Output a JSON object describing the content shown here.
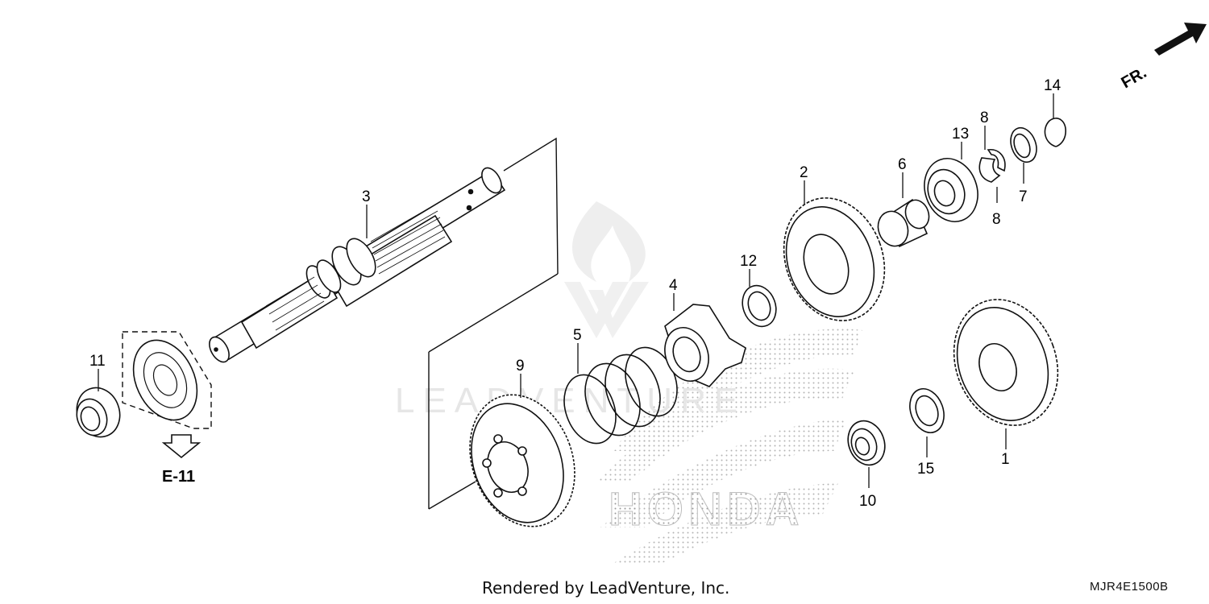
{
  "diagram": {
    "orientation_label": "FR.",
    "reference_label": "E-11",
    "watermark_text": "HONDA",
    "watermark_brand": "LEADVENTURE",
    "callouts": [
      "1",
      "2",
      "3",
      "4",
      "5",
      "6",
      "7",
      "8",
      "8",
      "9",
      "10",
      "11",
      "12",
      "13",
      "14",
      "15"
    ],
    "footer": "Rendered by LeadVenture, Inc.",
    "diagram_code": "MJR4E1500B"
  }
}
